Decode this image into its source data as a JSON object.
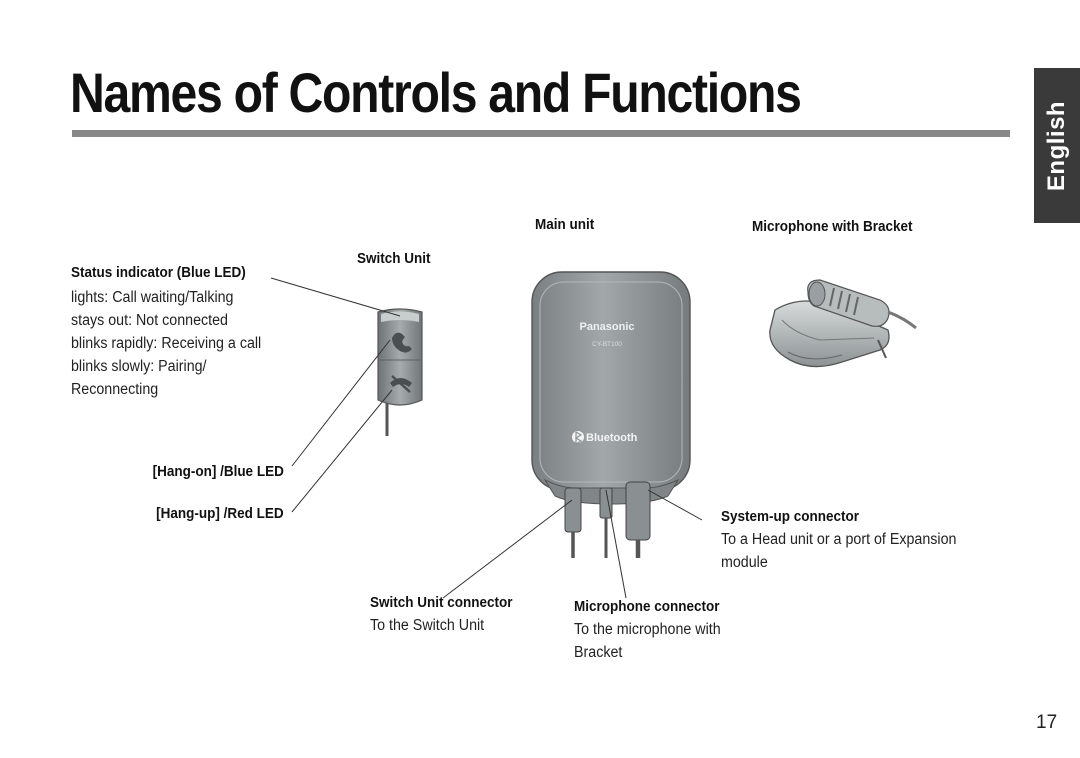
{
  "page": {
    "title": "Names of Controls and Functions",
    "language_tab": "English",
    "page_number": "17"
  },
  "labels": {
    "main_unit": "Main unit",
    "microphone_with_bracket": "Microphone with Bracket",
    "switch_unit": "Switch Unit",
    "status_indicator": {
      "title": "Status indicator (Blue LED)",
      "lines": [
        "lights: Call waiting/Talking",
        "stays out: Not connected",
        "blinks rapidly: Receiving a call",
        "blinks slowly: Pairing/",
        "Reconnecting"
      ]
    },
    "hang_on": "[Hang-on] /Blue LED",
    "hang_up": "[Hang-up] /Red LED",
    "system_up_connector": {
      "title": "System-up connector",
      "lines": [
        "To a Head unit or a port of Expansion",
        "module"
      ]
    },
    "switch_unit_connector": {
      "title": "Switch Unit connector",
      "lines": [
        "To the Switch Unit"
      ]
    },
    "microphone_connector": {
      "title": "Microphone connector",
      "lines": [
        "To the microphone with",
        "Bracket"
      ]
    }
  },
  "device": {
    "brand": "Panasonic",
    "model": "CY-BT100",
    "logo_text": "Bluetooth"
  },
  "colors": {
    "title_rule": "#888888",
    "tab_background": "#3a3a3a",
    "device_body": "#8f9596"
  }
}
